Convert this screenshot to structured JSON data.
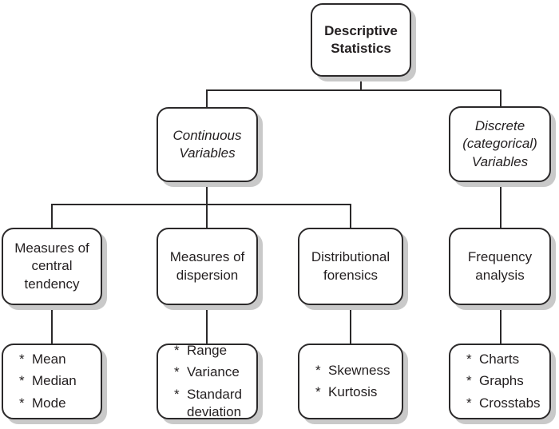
{
  "diagram": {
    "colors": {
      "background": "#ffffff",
      "box_border": "#2b292a",
      "box_shadow": "#c9c9c9",
      "text": "#231f20"
    },
    "nodes": {
      "root": {
        "label": "Descriptive\nStatistics"
      },
      "continuous": {
        "label": "Continuous\nVariables"
      },
      "discrete": {
        "label": "Discrete\n(categorical)\nVariables"
      },
      "central": {
        "label": "Measures of\ncentral\ntendency"
      },
      "dispersion": {
        "label": "Measures of\ndispersion"
      },
      "forensics": {
        "label": "Distributional\nforensics"
      },
      "frequency": {
        "label": "Frequency\nanalysis"
      }
    },
    "leaves": {
      "central": {
        "items": [
          {
            "b": "*",
            "t": "Mean"
          },
          {
            "b": "*",
            "t": "Median"
          },
          {
            "b": "*",
            "t": "Mode"
          }
        ]
      },
      "dispersion": {
        "items": [
          {
            "b": "*",
            "t": "Range"
          },
          {
            "b": "*",
            "t": "Variance"
          },
          {
            "b": "*",
            "t": "Standard deviation"
          }
        ]
      },
      "forensics": {
        "items": [
          {
            "b": "*",
            "t": "Skewness"
          },
          {
            "b": "*",
            "t": "Kurtosis"
          }
        ]
      },
      "frequency": {
        "items": [
          {
            "b": "*",
            "t": "Charts"
          },
          {
            "b": "*",
            "t": "Graphs"
          },
          {
            "b": "*",
            "t": "Crosstabs"
          }
        ]
      }
    }
  }
}
